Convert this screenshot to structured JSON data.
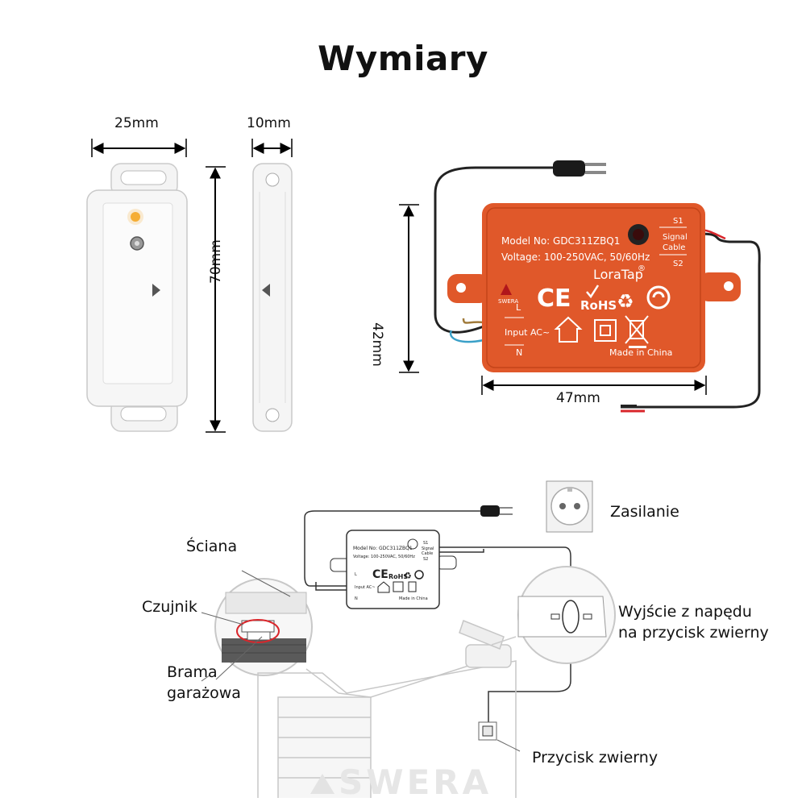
{
  "title": "Wymiary",
  "dimensions": {
    "sensor_width": "25mm",
    "sensor_depth": "10mm",
    "sensor_height": "70mm",
    "module_height": "42mm",
    "module_width": "47mm"
  },
  "module": {
    "model": "Model No: GDC311ZBQ1",
    "voltage": "Voltage: 100-250VAC, 50/60Hz",
    "brand": "LoraTap",
    "brand_mark": "®",
    "maker_logo": "SWERA",
    "ce": "CE",
    "rohs": "RoHS",
    "made_in": "Made in China",
    "input": "Input AC~",
    "l": "L",
    "n": "N",
    "s1": "S1",
    "s2": "S2",
    "signal_cable": "Signal\nCable"
  },
  "mini_module": {
    "model": "Model No: GDC311ZBQ1",
    "voltage": "Voltage: 100-250VAC, 50/60Hz",
    "s1": "S1",
    "s2": "S2",
    "signal": "Signal\nCable",
    "input": "Input AC~",
    "l": "L",
    "n": "N",
    "made_in": "Made in China"
  },
  "labels": {
    "zasilanie": "Zasilanie",
    "sciana": "Ściana",
    "czujnik": "Czujnik",
    "brama_1": "Brama",
    "brama_2": "garażowa",
    "wyjscie_1": "Wyjście z napędu",
    "wyjscie_2": "na przycisk zwierny",
    "przycisk": "Przycisk zwierny"
  },
  "watermark": "SWERA",
  "colors": {
    "module": "#e0582a",
    "module_dark": "#c44419",
    "sensor": "#f4f4f4",
    "led": "#f5a623",
    "wire_red": "#d9262b"
  }
}
